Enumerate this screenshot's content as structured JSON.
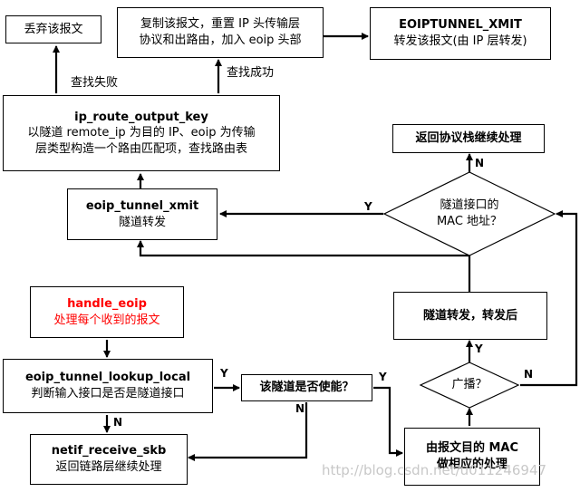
{
  "nodes": {
    "drop": {
      "line1": "丢弃该报文"
    },
    "copy": {
      "line1": "复制该报文，重置 IP 头传输层",
      "line2": "协议和出路由，加入 eoip 头部"
    },
    "xmit": {
      "title": "EOIPTUNNEL_XMIT",
      "line1": "转发该报文(由 IP 层转发)"
    },
    "route": {
      "title": "ip_route_output_key",
      "line1": "以隧道 remote_ip 为目的 IP、eoip 为传输",
      "line2": "层类型构造一个路由匹配项，查找路由表"
    },
    "return_stack": {
      "title": "返回协议栈继续处理"
    },
    "tunnel_xmit": {
      "title": "eoip_tunnel_xmit",
      "line1": "隧道转发"
    },
    "mac_diamond": {
      "line1": "隧道接口的",
      "line2": "MAC 地址？"
    },
    "handle": {
      "title": "handle_eoip",
      "line1": "处理每个收到的报文"
    },
    "forward_after": {
      "title": "隧道转发，转发后"
    },
    "lookup": {
      "title": "eoip_tunnel_lookup_local",
      "line1": "判断输入接口是否是隧道接口"
    },
    "enabled": {
      "title": "该隧道是否使能？"
    },
    "broadcast": {
      "line1": "广播？"
    },
    "netif": {
      "title": "netif_receive_skb",
      "line1": "返回链路层继续处理"
    },
    "mac_process": {
      "line1": "由报文目的 MAC",
      "line2": "做相应的处理"
    }
  },
  "edge_labels": {
    "lookup_fail": "查找失败",
    "lookup_success": "查找成功",
    "mac_yes": "Y",
    "mac_no": "N",
    "lookup_yes": "Y",
    "lookup_no": "N",
    "enabled_yes": "Y",
    "enabled_no": "N",
    "bcast_yes": "Y",
    "bcast_no": "N"
  },
  "watermark": "http://blog.csdn.net/u011246947"
}
